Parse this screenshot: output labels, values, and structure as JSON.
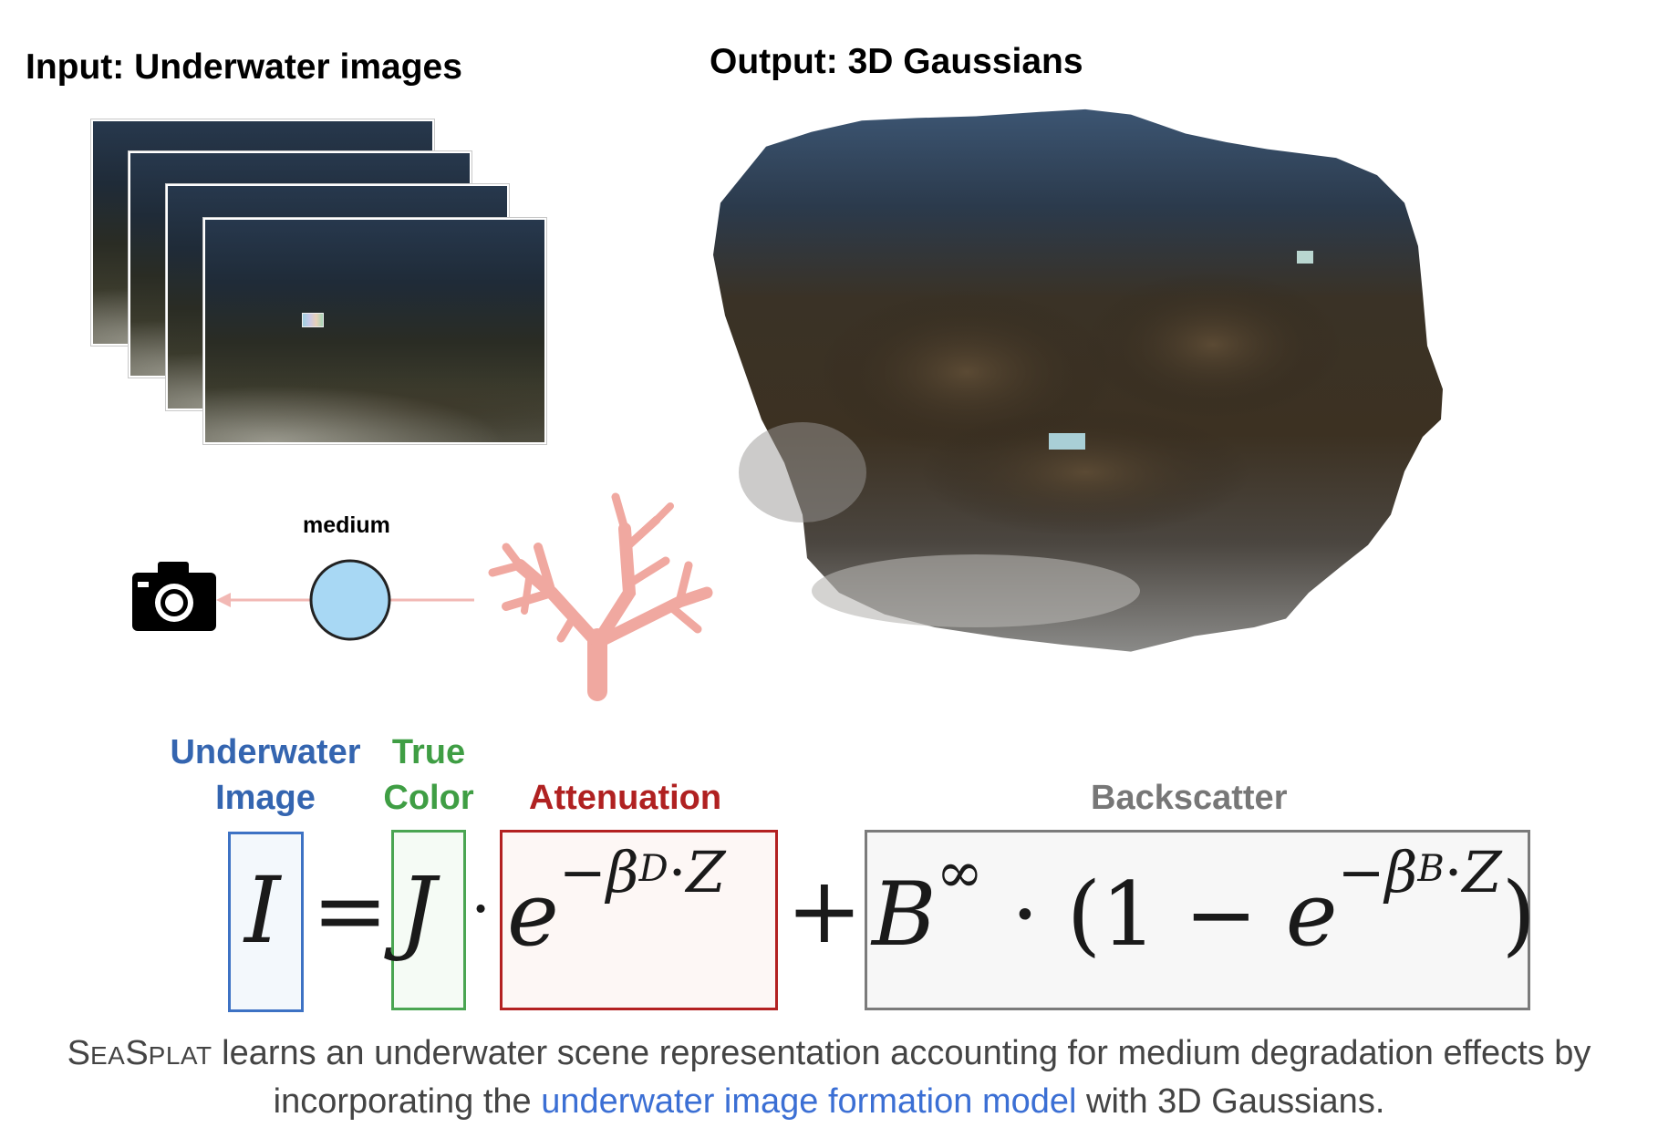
{
  "headings": {
    "input": "Input: Underwater images",
    "output": "Output: 3D Gaussians"
  },
  "medium": {
    "label": "medium",
    "colors": {
      "circle_fill": "#a8d8f4",
      "circle_stroke": "#222222",
      "arrow": "#f2b8b4",
      "coral": "#f0a8a0",
      "camera": "#000000"
    }
  },
  "equation": {
    "labels": {
      "underwater_line1": "Underwater",
      "underwater_line2": "Image",
      "truecolor_line1": "True",
      "truecolor_line2": "Color",
      "attenuation": "Attenuation",
      "backscatter": "Backscatter"
    },
    "symbols": {
      "I": "I",
      "equals": "=",
      "J": "J",
      "dot": "·",
      "e": "e",
      "minus": "−",
      "beta": "β",
      "D": "D",
      "B": "B",
      "Z": "Z",
      "plus": "+",
      "B_inf": "B",
      "inf": "∞",
      "one": "1",
      "lparen": "(",
      "rparen": ")"
    },
    "colors": {
      "underwater": "#3465b0",
      "truecolor": "#3f9e44",
      "attenuation": "#b02121",
      "backscatter": "#777777"
    }
  },
  "caption": {
    "name_S": "S",
    "name_ea": "EA",
    "name_S2": "S",
    "name_plat": "PLAT",
    "text_1": " learns an underwater scene representation accounting for medium degradation effects by",
    "text_2": "incorporating the ",
    "link": "underwater image formation model",
    "text_3": " with 3D Gaussians.",
    "link_color": "#3b6fd4"
  }
}
